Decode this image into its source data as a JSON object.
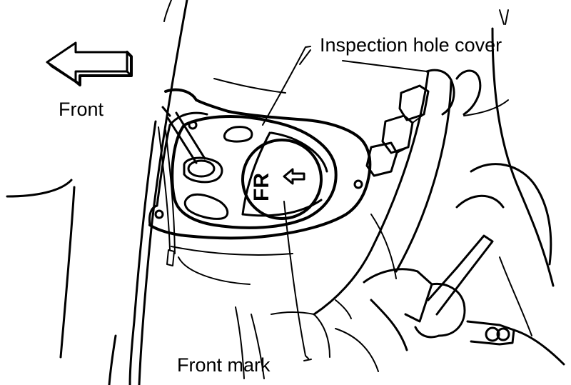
{
  "labels": {
    "front": "Front",
    "inspection_hole_cover": "Inspection hole cover",
    "front_mark": "Front mark",
    "cap_marking": "FR"
  },
  "colors": {
    "ink": "#000000",
    "paper": "#ffffff"
  },
  "icons": {
    "direction": "left-arrow-icon",
    "cap_arrow": "small-left-arrow-icon"
  }
}
